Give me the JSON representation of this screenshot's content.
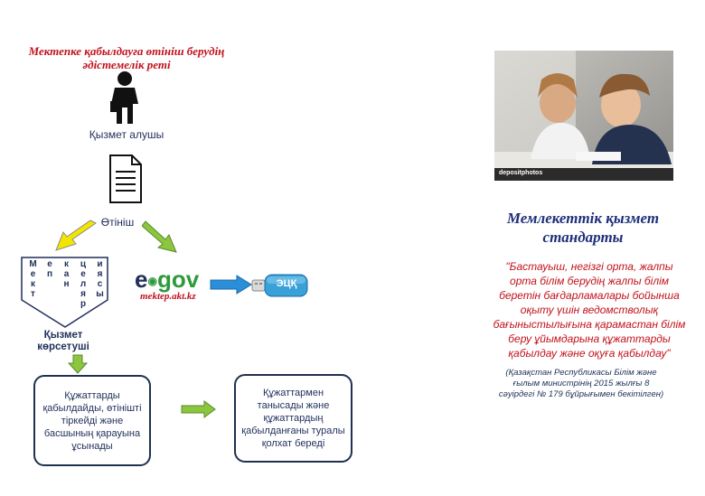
{
  "title": "Мектепке қабылдауға өтініш берудің әдістемелік реті",
  "title_line1": "Мектепке қабылдауға өтініш берудің",
  "title_line2": "әдістемелік реті",
  "service_receiver": "Қызмет алушы",
  "application": "Өтініш",
  "office_vertical": [
    "Мект",
    "еп",
    "кан",
    "целяр",
    "иясы"
  ],
  "provider_line1": "Қызмет",
  "provider_line2": "көрсетуші",
  "egov": {
    "e": "e",
    "gov": "gov",
    "url": "mektep.akt.kz"
  },
  "ecp_label": "ЭЦҚ",
  "box1": "Құжаттарды қабылдайды, өтінішті тіркейді   және басшының қарауына ұсынады",
  "box2": "Құжаттармен танысады  және құжаттардың қабылданғаны туралы қолхат береді",
  "photo_watermark": "depositphotos",
  "standard_title_line1": "Мемлекеттік қызмет",
  "standard_title_line2": "стандарты",
  "standard_quote": "\"Бастауыш, негізгі орта, жалпы орта білім берудің жалпы білім беретін бағдарламалары бойынша оқыту үшін ведомстволық бағыныстылығына қарамастан білім беру ұйымдарына құжаттарды қабылдау және оқуға қабылдау\"",
  "standard_note": "(Қазақстан Республикасы Білім және ғылым министрінің  2015 жылғы 8 сәуірдегі № 179 бұйрығымен бекітілген)",
  "colors": {
    "red": "#c1121c",
    "navy": "#1f2f5a",
    "green_arrow": "#8cc63f",
    "yellow_arrow": "#f2e600",
    "blue_arrow": "#2a8fd8"
  }
}
